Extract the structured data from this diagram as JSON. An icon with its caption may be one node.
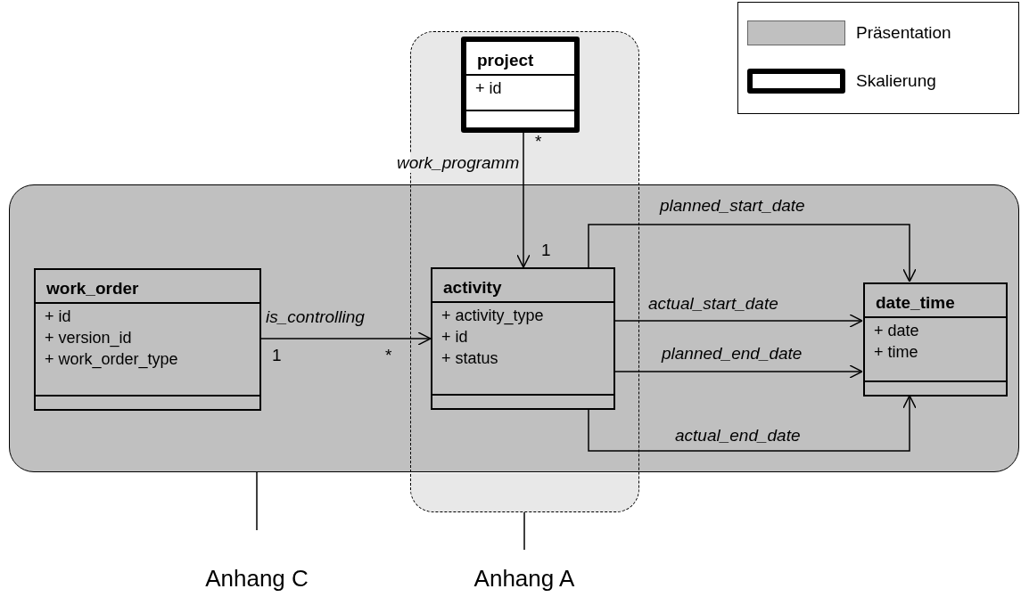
{
  "diagram": {
    "nodes": [
      {
        "text": [],
        "shape": "box"
      },
      {
        "text": [
          "project",
          "+ id"
        ],
        "in": 0
      },
      {
        "text": [],
        "shape": "box"
      },
      {
        "text": [
          "work_order",
          "+ id",
          "+ version_id",
          "+ work_order_type"
        ],
        "in": 2
      },
      {
        "text": [
          "activity",
          "+ activity_type",
          "+ id",
          "+ status"
        ]
      },
      {
        "text": [
          "date_time",
          "+ date",
          "+ time"
        ],
        "in": 2
      },
      {
        "text": [
          "Anhang C"
        ]
      },
      {
        "text": [
          "Anhang A"
        ]
      }
    ],
    "edges": [
      {
        "from": 1,
        "to": 4,
        "arrow": "to",
        "label": "work_programm"
      },
      {
        "from": 3,
        "to": 4,
        "arrow": "to",
        "label": "is_controlling"
      },
      {
        "from": 4,
        "to": 5,
        "arrow": "to",
        "label": "planned_start_date"
      },
      {
        "from": 4,
        "to": 5,
        "arrow": "to",
        "label": "actual_start_date"
      },
      {
        "from": 4,
        "to": 5,
        "arrow": "to",
        "label": "planned_end_date"
      },
      {
        "from": 4,
        "to": 5,
        "arrow": "to",
        "label": "actual_end_date"
      },
      {
        "from": 6,
        "to": 2,
        "arrow": "none"
      },
      {
        "from": 7,
        "to": 0,
        "arrow": "none"
      }
    ],
    "labels": [
      "*",
      "1",
      "*",
      "1"
    ],
    "legend": [
      {
        "text": "Präsentation",
        "color": "#c0c0c0"
      },
      {
        "text": "Skalierung"
      }
    ]
  }
}
